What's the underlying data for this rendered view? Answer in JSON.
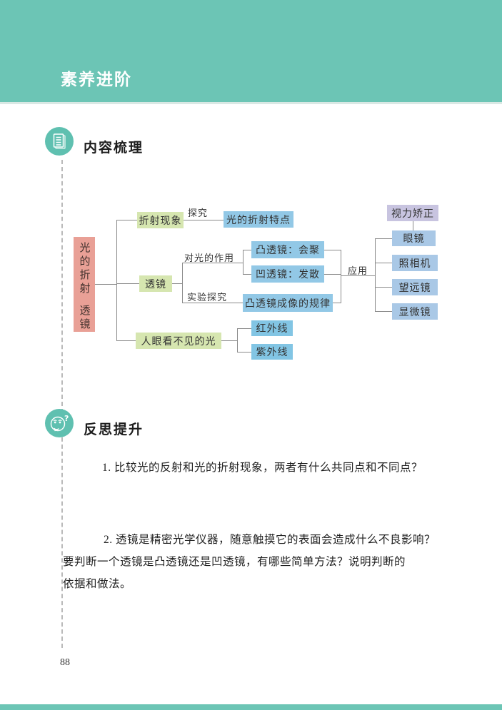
{
  "header": {
    "title": "素养进阶"
  },
  "sections": {
    "content_outline": {
      "title": "内容梳理",
      "icon": "document-notes-icon"
    },
    "reflection": {
      "title": "反思提升",
      "icon": "thinking-face-icon"
    }
  },
  "diagram": {
    "root": {
      "line1": "光的折射",
      "line2": "透镜"
    },
    "refraction": {
      "node": "折射现象",
      "edge_label": "探究",
      "leaf": "光的折射特点"
    },
    "lens": {
      "node": "透镜",
      "effect_edge_label": "对光的作用",
      "convex": "凸透镜：会聚",
      "concave": "凹透镜：发散",
      "experiment_edge_label": "实验探究",
      "imaging_law": "凸透镜成像的规律",
      "application_edge_label": "应用",
      "vision_correction": "视力矫正",
      "applications": [
        "眼镜",
        "照相机",
        "望远镜",
        "显微镜"
      ]
    },
    "invisible_light": {
      "node": "人眼看不见的光",
      "leaf1": "红外线",
      "leaf2": "紫外线"
    }
  },
  "questions": {
    "q1": "1. 比较光的反射和光的折射现象，两者有什么共同点和不同点？",
    "q2_lines": [
      "2. 透镜是精密光学仪器，随意触摸它的表面会造成什么不良影响？",
      "要判断一个透镜是凸透镜还是凹透镜，有哪些简单方法？说明判断的",
      "依据和做法。"
    ]
  },
  "footer": {
    "page_number": "88"
  },
  "colors": {
    "band_teal": "#6cc5b5",
    "icon_teal": "#5fc0b0",
    "root_pink": "#e9a096",
    "node_green": "#d6e6b0",
    "leaf_blue": "#92c8e6",
    "app_blue": "#a9c8e6",
    "ir_uv_blue": "#82c5e4",
    "vision_purple": "#c8c4e0",
    "line_gray": "#8a8a8a"
  }
}
